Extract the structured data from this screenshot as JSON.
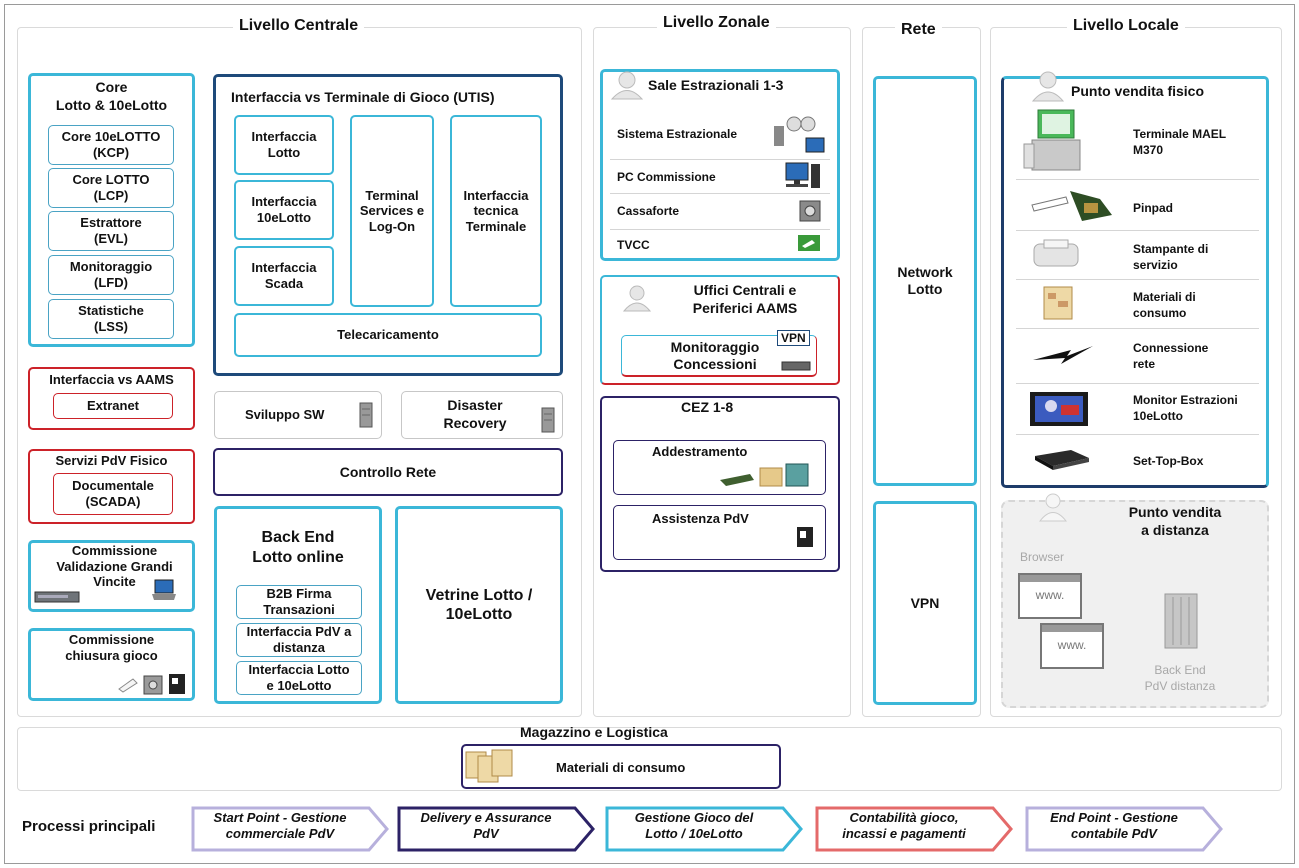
{
  "sections": {
    "centrale": "Livello Centrale",
    "zonale": "Livello Zonale",
    "rete": "Rete",
    "locale": "Livello Locale",
    "magazzino": "Magazzino e Logistica"
  },
  "centrale": {
    "core_title": "Core\nLotto & 10eLotto",
    "core_items": [
      "Core 10eLOTTO\n(KCP)",
      "Core LOTTO\n(LCP)",
      "Estrattore\n(EVL)",
      "Monitoraggio\n(LFD)",
      "Statistiche\n(LSS)"
    ],
    "utis_title": "Interfaccia vs Terminale di Gioco (UTIS)",
    "utis_items": [
      "Interfaccia\nLotto",
      "Interfaccia\n10eLotto",
      "Interfaccia\nScada"
    ],
    "terminal_services": "Terminal\nServices e\nLog-On",
    "interfaccia_tecnica": "Interfaccia\ntecnica\nTerminale",
    "telecaricamento": "Telecaricamento",
    "aams_title": "Interfaccia vs AAMS",
    "extranet": "Extranet",
    "servizi_title": "Servizi PdV Fisico",
    "documentale": "Documentale\n(SCADA)",
    "commissione_validazione": "Commissione\nValidazione Grandi\nVincite",
    "commissione_chiusura": "Commissione\nchiusura gioco",
    "sviluppo": "Sviluppo  SW",
    "disaster": "Disaster\nRecovery",
    "controllo": "Controllo Rete",
    "backend_title": "Back End\nLotto online",
    "backend_items": [
      "B2B Firma\nTransazioni",
      "Interfaccia PdV a\ndistanza",
      "Interfaccia Lotto\ne 10eLotto"
    ],
    "vetrine": "Vetrine Lotto /\n10eLotto"
  },
  "zonale": {
    "sale_title": "Sale Estrazionali 1-3",
    "sale_items": [
      "Sistema Estrazionale",
      "PC Commissione",
      "Cassaforte",
      "TVCC"
    ],
    "uffici_title": "Uffici Centrali e\nPeriferici AAMS",
    "vpn_tag": "VPN",
    "monitoraggio_concessioni": "Monitoraggio\nConcessioni",
    "cez_title": "CEZ 1-8",
    "addestramento": "Addestramento",
    "assistenza": "Assistenza PdV"
  },
  "rete": {
    "network": "Network\nLotto",
    "vpn": "VPN"
  },
  "locale": {
    "fisico_title": "Punto vendita fisico",
    "fisico_items": [
      "Terminale MAEL\nM370",
      "Pinpad",
      "Stampante di\nservizio",
      "Materiali di\nconsumo",
      "Connessione\nrete",
      "Monitor Estrazioni\n10eLotto",
      "Set-Top-Box"
    ],
    "distanza_title": "Punto vendita\na distanza",
    "browser": "Browser",
    "www": "www.",
    "backend_distanza": "Back End\nPdV distanza"
  },
  "magazzino": {
    "materiali": "Materiali di consumo"
  },
  "processi": {
    "label": "Processi principali",
    "steps": [
      {
        "label": "Start Point - Gestione\ncommerciale PdV",
        "color": "#b7b0dc"
      },
      {
        "label": "Delivery e Assurance\nPdV",
        "color": "#2c2266"
      },
      {
        "label": "Gestione Gioco del\nLotto / 10eLotto",
        "color": "#3bb7d8"
      },
      {
        "label": "Contabilità gioco,\nincassi e pagamenti",
        "color": "#e46a6a"
      },
      {
        "label": "End Point - Gestione\ncontabile PdV",
        "color": "#b7b0dc"
      }
    ]
  },
  "colors": {
    "cyan": "#3bb7d8",
    "red": "#cc2229",
    "navy": "#2c2266",
    "lavender": "#b7b0dc"
  }
}
